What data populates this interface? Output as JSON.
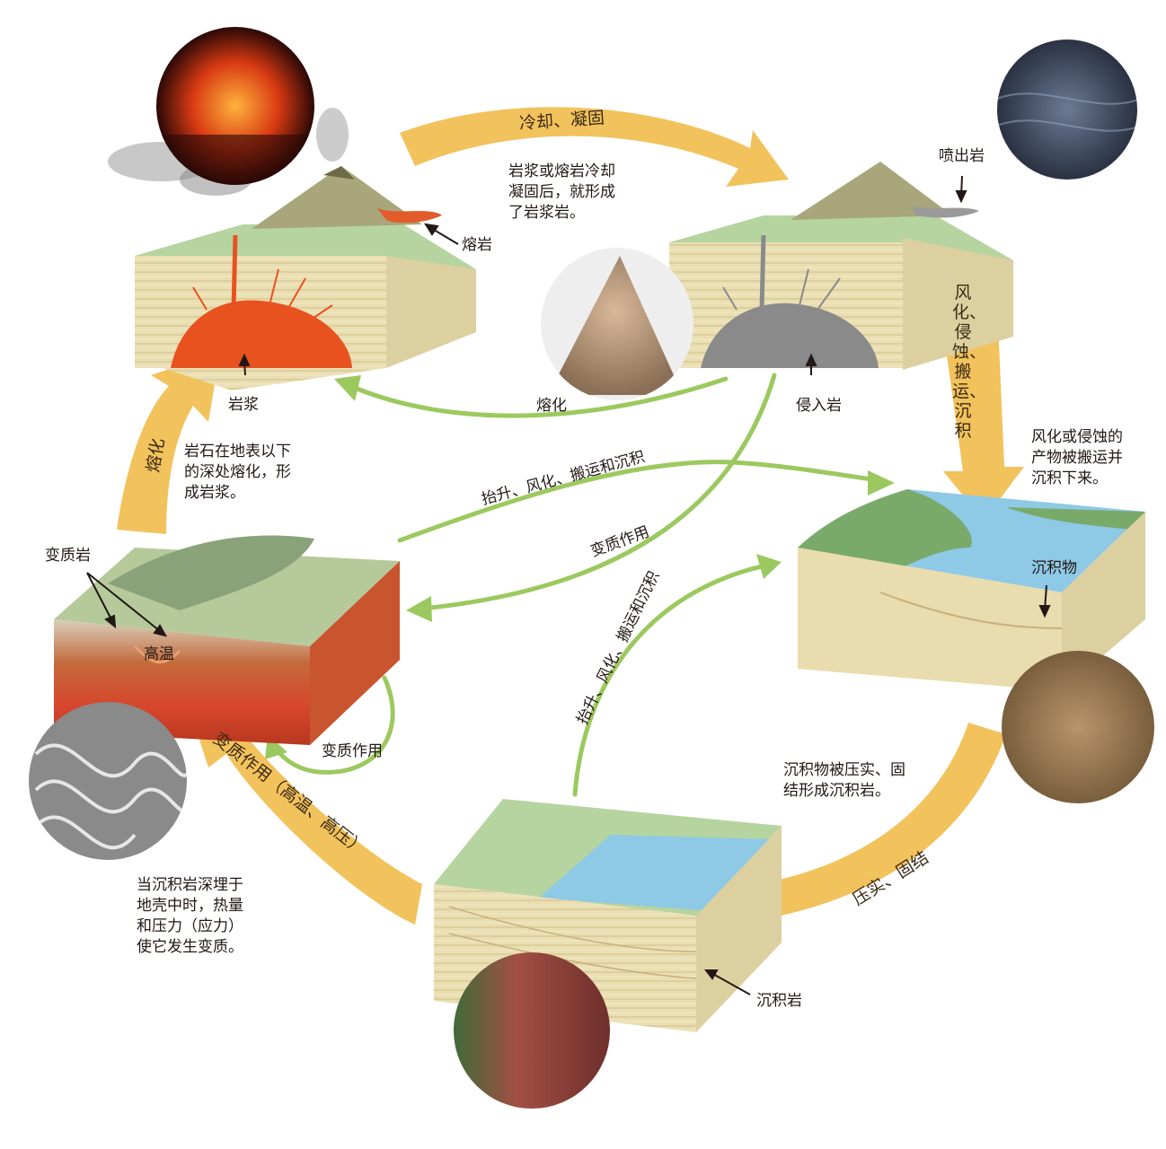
{
  "cooling": {
    "arrow_label": "冷却、凝固",
    "desc": [
      "岩浆或熔岩冷却",
      "凝固后，就形成",
      "了岩浆岩。"
    ]
  },
  "volcano_block": {
    "lava_label": "熔岩",
    "magma_label": "岩浆"
  },
  "igneous_block": {
    "extrusive_label": "喷出岩",
    "intrusive_label": "侵入岩"
  },
  "melting": {
    "green_label": "熔化",
    "arrow_label": "熔化",
    "desc": [
      "岩石在地表以下",
      "的深处熔化，形",
      "成岩浆。"
    ]
  },
  "weathering": {
    "arrow_label": "风化、侵蚀、搬运、沉积",
    "desc": [
      "风化或侵蚀的",
      "产物被搬运并",
      "沉积下来。"
    ]
  },
  "sediment_block": {
    "sediment_label": "沉积物"
  },
  "uplift_upper": {
    "label": "抬升、风化、搬运和沉积"
  },
  "uplift_lower": {
    "label": "抬升、风化、搬运和沉积"
  },
  "metamorphism_cross": {
    "label": "变质作用"
  },
  "metamorphic_block": {
    "rock_label": "变质岩",
    "heat_label": "高温"
  },
  "metamorphism_loop": {
    "label": "变质作用"
  },
  "metamorphism_main": {
    "arrow_label": "变质作用（高温、高压）",
    "desc": [
      "当沉积岩深埋于",
      "地壳中时，热量",
      "和压力（应力）",
      "使它发生变质。"
    ]
  },
  "compaction": {
    "arrow_label": "压实、固结",
    "desc": [
      "沉积物被压实、固",
      "结形成沉积岩。"
    ]
  },
  "sedimentary_block": {
    "rock_label": "沉积岩"
  },
  "colors": {
    "yellow_arrow": "#f2c25c",
    "green_arrow": "#9cc95f",
    "block_side": "#e9dcae",
    "block_top": "#8fc48a",
    "water": "#8ec9e6",
    "magma": "#e8521f"
  }
}
